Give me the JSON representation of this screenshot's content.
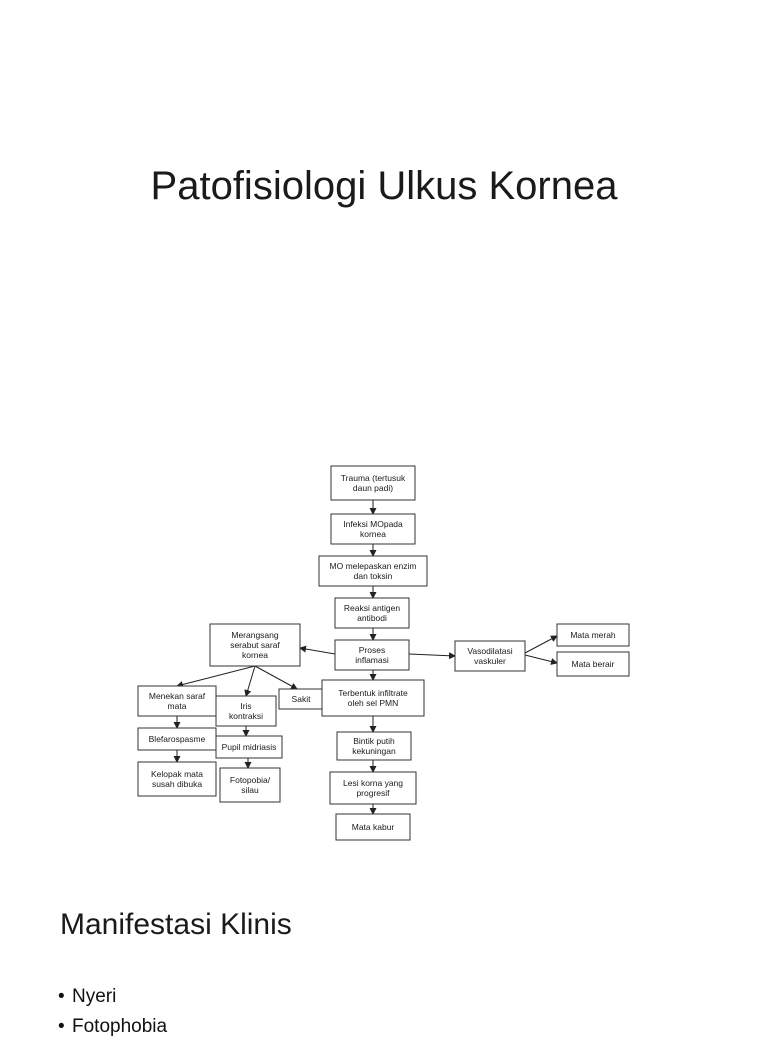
{
  "slide": {
    "title": "Patofisiologi Ulkus Kornea"
  },
  "flowchart": {
    "nodes": {
      "trauma": [
        "Trauma (tertusuk",
        "daun padi)"
      ],
      "infeksi": [
        "Infeksi MOpada",
        "kornea"
      ],
      "enzim": [
        "MO melepaskan enzim",
        "dan toksin"
      ],
      "reaksi": [
        "Reaksi antigen",
        "antibodi"
      ],
      "inflamasi": [
        "Proses",
        "inflamasi"
      ],
      "saraf": [
        "Merangsang",
        "serabut saraf",
        "kornea"
      ],
      "vaso": [
        "Vasodilatasi",
        "vaskuler"
      ],
      "merah": [
        "Mata merah"
      ],
      "berair": [
        "Mata berair"
      ],
      "menekan": [
        "Menekan saraf",
        "mata"
      ],
      "iris": [
        "Iris",
        "kontraksi"
      ],
      "sakit": [
        "Sakit"
      ],
      "infiltrat": [
        "Terbentuk infiltrate",
        "oleh sel PMN"
      ],
      "blefaro": [
        "Blefarospasme"
      ],
      "pupil": [
        "Pupil midriasis"
      ],
      "bintik": [
        "Bintik putih",
        "kekuningan"
      ],
      "kelopak": [
        "Kelopak mata",
        "susah dibuka"
      ],
      "fotopobia": [
        "Fotopobia/",
        "silau"
      ],
      "lesi": [
        "Lesi korna yang",
        "progresif"
      ],
      "kabur": [
        "Mata kabur"
      ]
    }
  },
  "section": {
    "heading": "Manifestasi Klinis",
    "bullets": [
      "Nyeri",
      "Fotophobia"
    ]
  }
}
